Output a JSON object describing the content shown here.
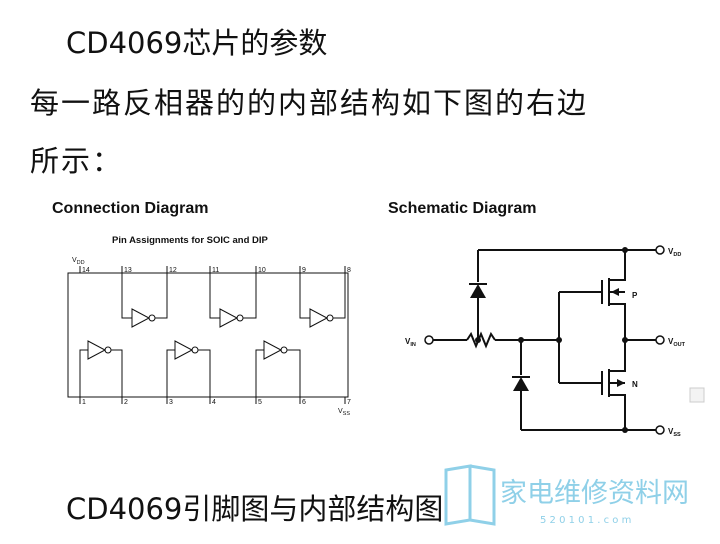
{
  "title": "CD4069芯片的参数",
  "description_line1": "每一路反相器的的内部结构如下图的右边",
  "description_line2": "所示：",
  "connection_diagram": {
    "heading": "Connection Diagram",
    "subheading": "Pin Assignments for SOIC and DIP",
    "top_pins": [
      "14",
      "13",
      "12",
      "11",
      "10",
      "9",
      "8"
    ],
    "bottom_pins": [
      "1",
      "2",
      "3",
      "4",
      "5",
      "6",
      "7"
    ],
    "vdd_label": "V",
    "vdd_sub": "DD",
    "vss_label": "V",
    "vss_sub": "SS"
  },
  "schematic_diagram": {
    "heading": "Schematic Diagram",
    "vdd": "V",
    "vdd_sub": "DD",
    "vin": "V",
    "vin_sub": "IN",
    "vout": "V",
    "vout_sub": "OUT",
    "vss": "V",
    "vss_sub": "SS",
    "p_label": "P",
    "n_label": "N"
  },
  "caption": "CD4069引脚图与内部结构图",
  "watermark": {
    "text": "家电维修资料网",
    "url": "5 2 0 1 0 1 . c o m",
    "color": "#8fd0e8"
  }
}
